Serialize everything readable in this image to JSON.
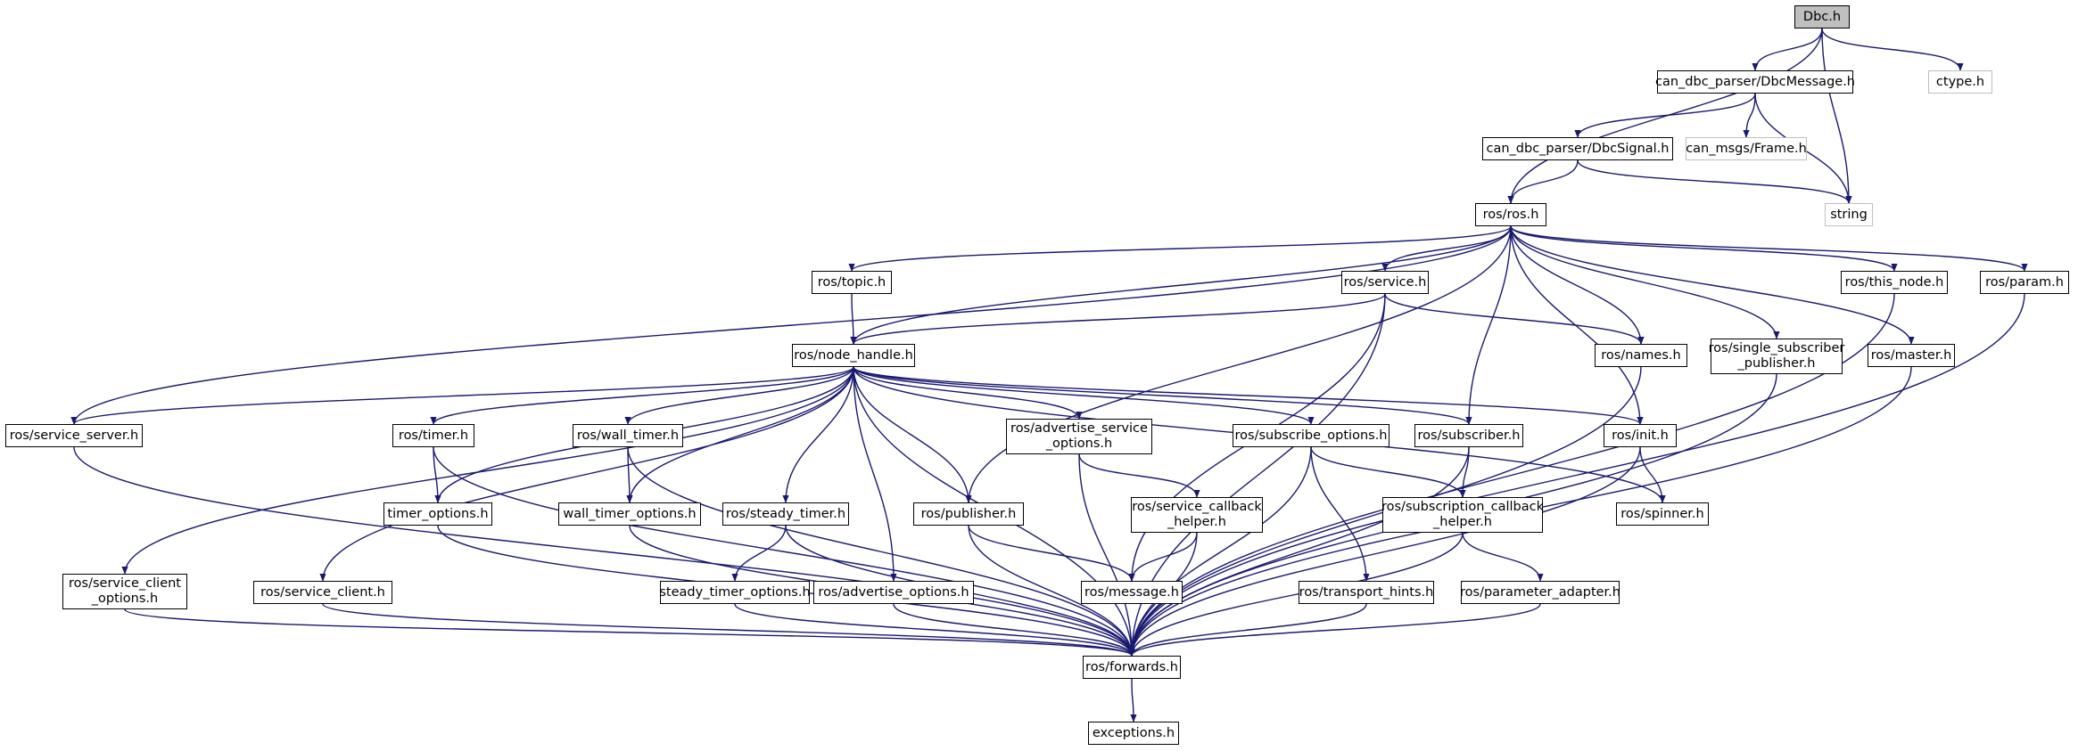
{
  "colors": {
    "edge": "#191970",
    "node_border": "#000000",
    "external_border": "#bfbfbf",
    "root_fill": "#bfbfbf"
  },
  "nodes": [
    {
      "id": "dbc",
      "label": "Dbc.h",
      "kind": "root"
    },
    {
      "id": "dbcmessage",
      "label": "can_dbc_parser/DbcMessage.h",
      "kind": "file"
    },
    {
      "id": "ctype",
      "label": "ctype.h",
      "kind": "external"
    },
    {
      "id": "dbcsignal",
      "label": "can_dbc_parser/DbcSignal.h",
      "kind": "file"
    },
    {
      "id": "frame",
      "label": "can_msgs/Frame.h",
      "kind": "external"
    },
    {
      "id": "string",
      "label": "string",
      "kind": "external"
    },
    {
      "id": "ros",
      "label": "ros/ros.h",
      "kind": "file"
    },
    {
      "id": "topic",
      "label": "ros/topic.h",
      "kind": "file"
    },
    {
      "id": "service",
      "label": "ros/service.h",
      "kind": "file"
    },
    {
      "id": "this_node",
      "label": "ros/this_node.h",
      "kind": "file"
    },
    {
      "id": "param",
      "label": "ros/param.h",
      "kind": "file"
    },
    {
      "id": "node_handle",
      "label": "ros/node_handle.h",
      "kind": "file"
    },
    {
      "id": "names",
      "label": "ros/names.h",
      "kind": "file"
    },
    {
      "id": "single_sub",
      "label": "ros/single_subscriber\n_publisher.h",
      "kind": "file"
    },
    {
      "id": "master",
      "label": "ros/master.h",
      "kind": "file"
    },
    {
      "id": "service_server",
      "label": "ros/service_server.h",
      "kind": "file"
    },
    {
      "id": "timer",
      "label": "ros/timer.h",
      "kind": "file"
    },
    {
      "id": "wall_timer",
      "label": "ros/wall_timer.h",
      "kind": "file"
    },
    {
      "id": "adv_service_opts",
      "label": "ros/advertise_service\n_options.h",
      "kind": "file"
    },
    {
      "id": "subscribe_opts",
      "label": "ros/subscribe_options.h",
      "kind": "file"
    },
    {
      "id": "subscriber",
      "label": "ros/subscriber.h",
      "kind": "file"
    },
    {
      "id": "init",
      "label": "ros/init.h",
      "kind": "file"
    },
    {
      "id": "timer_opts",
      "label": "timer_options.h",
      "kind": "file"
    },
    {
      "id": "wall_timer_opts",
      "label": "wall_timer_options.h",
      "kind": "file"
    },
    {
      "id": "steady_timer",
      "label": "ros/steady_timer.h",
      "kind": "file"
    },
    {
      "id": "publisher",
      "label": "ros/publisher.h",
      "kind": "file"
    },
    {
      "id": "svc_cb_helper",
      "label": "ros/service_callback\n_helper.h",
      "kind": "file"
    },
    {
      "id": "sub_cb_helper",
      "label": "ros/subscription_callback\n_helper.h",
      "kind": "file"
    },
    {
      "id": "spinner",
      "label": "ros/spinner.h",
      "kind": "file"
    },
    {
      "id": "svc_client_opts",
      "label": "ros/service_client\n_options.h",
      "kind": "file"
    },
    {
      "id": "svc_client",
      "label": "ros/service_client.h",
      "kind": "file"
    },
    {
      "id": "steady_timer_opts",
      "label": "steady_timer_options.h",
      "kind": "file"
    },
    {
      "id": "adv_opts",
      "label": "ros/advertise_options.h",
      "kind": "file"
    },
    {
      "id": "message",
      "label": "ros/message.h",
      "kind": "file"
    },
    {
      "id": "transport_hints",
      "label": "ros/transport_hints.h",
      "kind": "file"
    },
    {
      "id": "param_adapter",
      "label": "ros/parameter_adapter.h",
      "kind": "file"
    },
    {
      "id": "forwards",
      "label": "ros/forwards.h",
      "kind": "file"
    },
    {
      "id": "exceptions",
      "label": "exceptions.h",
      "kind": "file"
    }
  ],
  "edges": [
    [
      "dbc",
      "dbcmessage"
    ],
    [
      "dbc",
      "ctype"
    ],
    [
      "dbc",
      "string"
    ],
    [
      "dbc",
      "ros"
    ],
    [
      "dbcmessage",
      "dbcsignal"
    ],
    [
      "dbcmessage",
      "frame"
    ],
    [
      "dbcmessage",
      "string"
    ],
    [
      "dbcsignal",
      "ros"
    ],
    [
      "dbcsignal",
      "string"
    ],
    [
      "ros",
      "topic"
    ],
    [
      "ros",
      "service"
    ],
    [
      "ros",
      "this_node"
    ],
    [
      "ros",
      "param"
    ],
    [
      "ros",
      "node_handle"
    ],
    [
      "ros",
      "names"
    ],
    [
      "ros",
      "single_sub"
    ],
    [
      "ros",
      "master"
    ],
    [
      "ros",
      "service_server"
    ],
    [
      "ros",
      "publisher"
    ],
    [
      "ros",
      "subscriber"
    ],
    [
      "ros",
      "init"
    ],
    [
      "topic",
      "node_handle"
    ],
    [
      "service",
      "node_handle"
    ],
    [
      "service",
      "names"
    ],
    [
      "service",
      "message"
    ],
    [
      "service",
      "forwards"
    ],
    [
      "this_node",
      "forwards"
    ],
    [
      "param",
      "forwards"
    ],
    [
      "names",
      "forwards"
    ],
    [
      "single_sub",
      "forwards"
    ],
    [
      "master",
      "forwards"
    ],
    [
      "node_handle",
      "service_server"
    ],
    [
      "node_handle",
      "timer"
    ],
    [
      "node_handle",
      "wall_timer"
    ],
    [
      "node_handle",
      "adv_service_opts"
    ],
    [
      "node_handle",
      "subscribe_opts"
    ],
    [
      "node_handle",
      "subscriber"
    ],
    [
      "node_handle",
      "init"
    ],
    [
      "node_handle",
      "timer_opts"
    ],
    [
      "node_handle",
      "wall_timer_opts"
    ],
    [
      "node_handle",
      "steady_timer"
    ],
    [
      "node_handle",
      "publisher"
    ],
    [
      "node_handle",
      "svc_client_opts"
    ],
    [
      "node_handle",
      "svc_client"
    ],
    [
      "node_handle",
      "adv_opts"
    ],
    [
      "node_handle",
      "spinner"
    ],
    [
      "node_handle",
      "forwards"
    ],
    [
      "service_server",
      "forwards"
    ],
    [
      "timer",
      "timer_opts"
    ],
    [
      "timer",
      "forwards"
    ],
    [
      "wall_timer",
      "wall_timer_opts"
    ],
    [
      "wall_timer",
      "forwards"
    ],
    [
      "adv_service_opts",
      "svc_cb_helper"
    ],
    [
      "adv_service_opts",
      "forwards"
    ],
    [
      "subscribe_opts",
      "sub_cb_helper"
    ],
    [
      "subscribe_opts",
      "transport_hints"
    ],
    [
      "subscribe_opts",
      "forwards"
    ],
    [
      "subscriber",
      "sub_cb_helper"
    ],
    [
      "subscriber",
      "forwards"
    ],
    [
      "init",
      "spinner"
    ],
    [
      "init",
      "forwards"
    ],
    [
      "timer_opts",
      "forwards"
    ],
    [
      "wall_timer_opts",
      "forwards"
    ],
    [
      "steady_timer",
      "steady_timer_opts"
    ],
    [
      "steady_timer",
      "forwards"
    ],
    [
      "publisher",
      "message"
    ],
    [
      "publisher",
      "forwards"
    ],
    [
      "svc_cb_helper",
      "message"
    ],
    [
      "svc_cb_helper",
      "forwards"
    ],
    [
      "sub_cb_helper",
      "param_adapter"
    ],
    [
      "sub_cb_helper",
      "forwards"
    ],
    [
      "svc_client_opts",
      "forwards"
    ],
    [
      "svc_client",
      "forwards"
    ],
    [
      "steady_timer_opts",
      "forwards"
    ],
    [
      "adv_opts",
      "forwards"
    ],
    [
      "transport_hints",
      "forwards"
    ],
    [
      "param_adapter",
      "forwards"
    ],
    [
      "forwards",
      "exceptions"
    ]
  ]
}
